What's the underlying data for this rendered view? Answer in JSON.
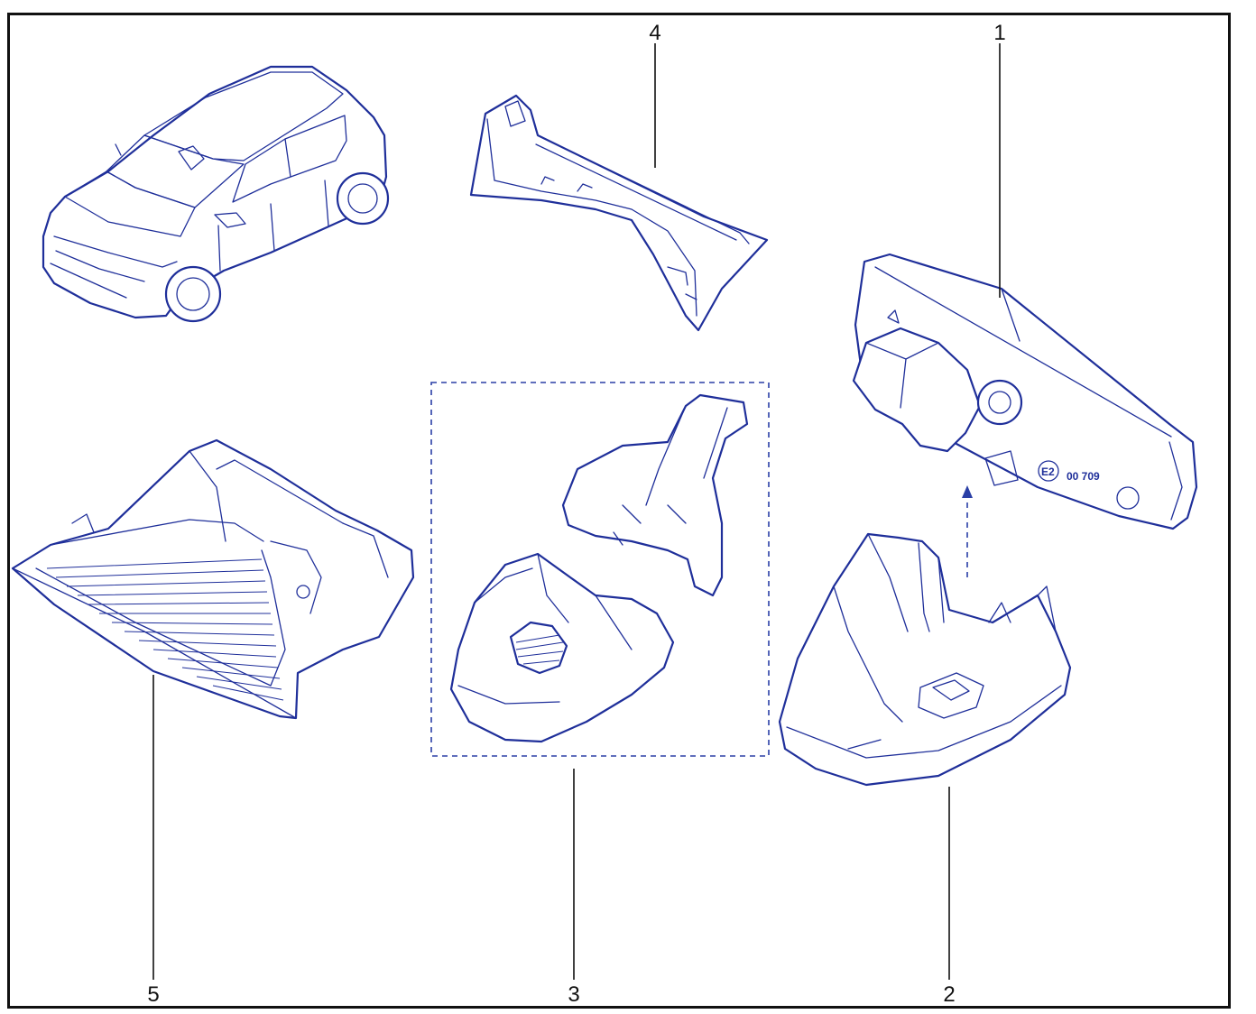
{
  "colors": {
    "linework": "#1f2f9a",
    "frame": "#111111",
    "callouts": "#111111",
    "background": "#ffffff"
  },
  "callouts": [
    {
      "id": "1",
      "label": "1"
    },
    {
      "id": "2",
      "label": "2"
    },
    {
      "id": "3",
      "label": "3"
    },
    {
      "id": "4",
      "label": "4"
    },
    {
      "id": "5",
      "label": "5"
    }
  ],
  "parts": [
    {
      "id": "vehicle",
      "icon": "suv-car-icon"
    },
    {
      "id": "1",
      "icon": "rearview-mirror-icon"
    },
    {
      "id": "2",
      "icon": "mirror-base-cover-icon"
    },
    {
      "id": "3",
      "icon": "sensor-cover-kit-icon"
    },
    {
      "id": "4",
      "icon": "trim-bracket-icon"
    },
    {
      "id": "5",
      "icon": "camera-bracket-icon"
    }
  ],
  "mirror_markings": {
    "approval": "E2",
    "number": "00 709"
  }
}
